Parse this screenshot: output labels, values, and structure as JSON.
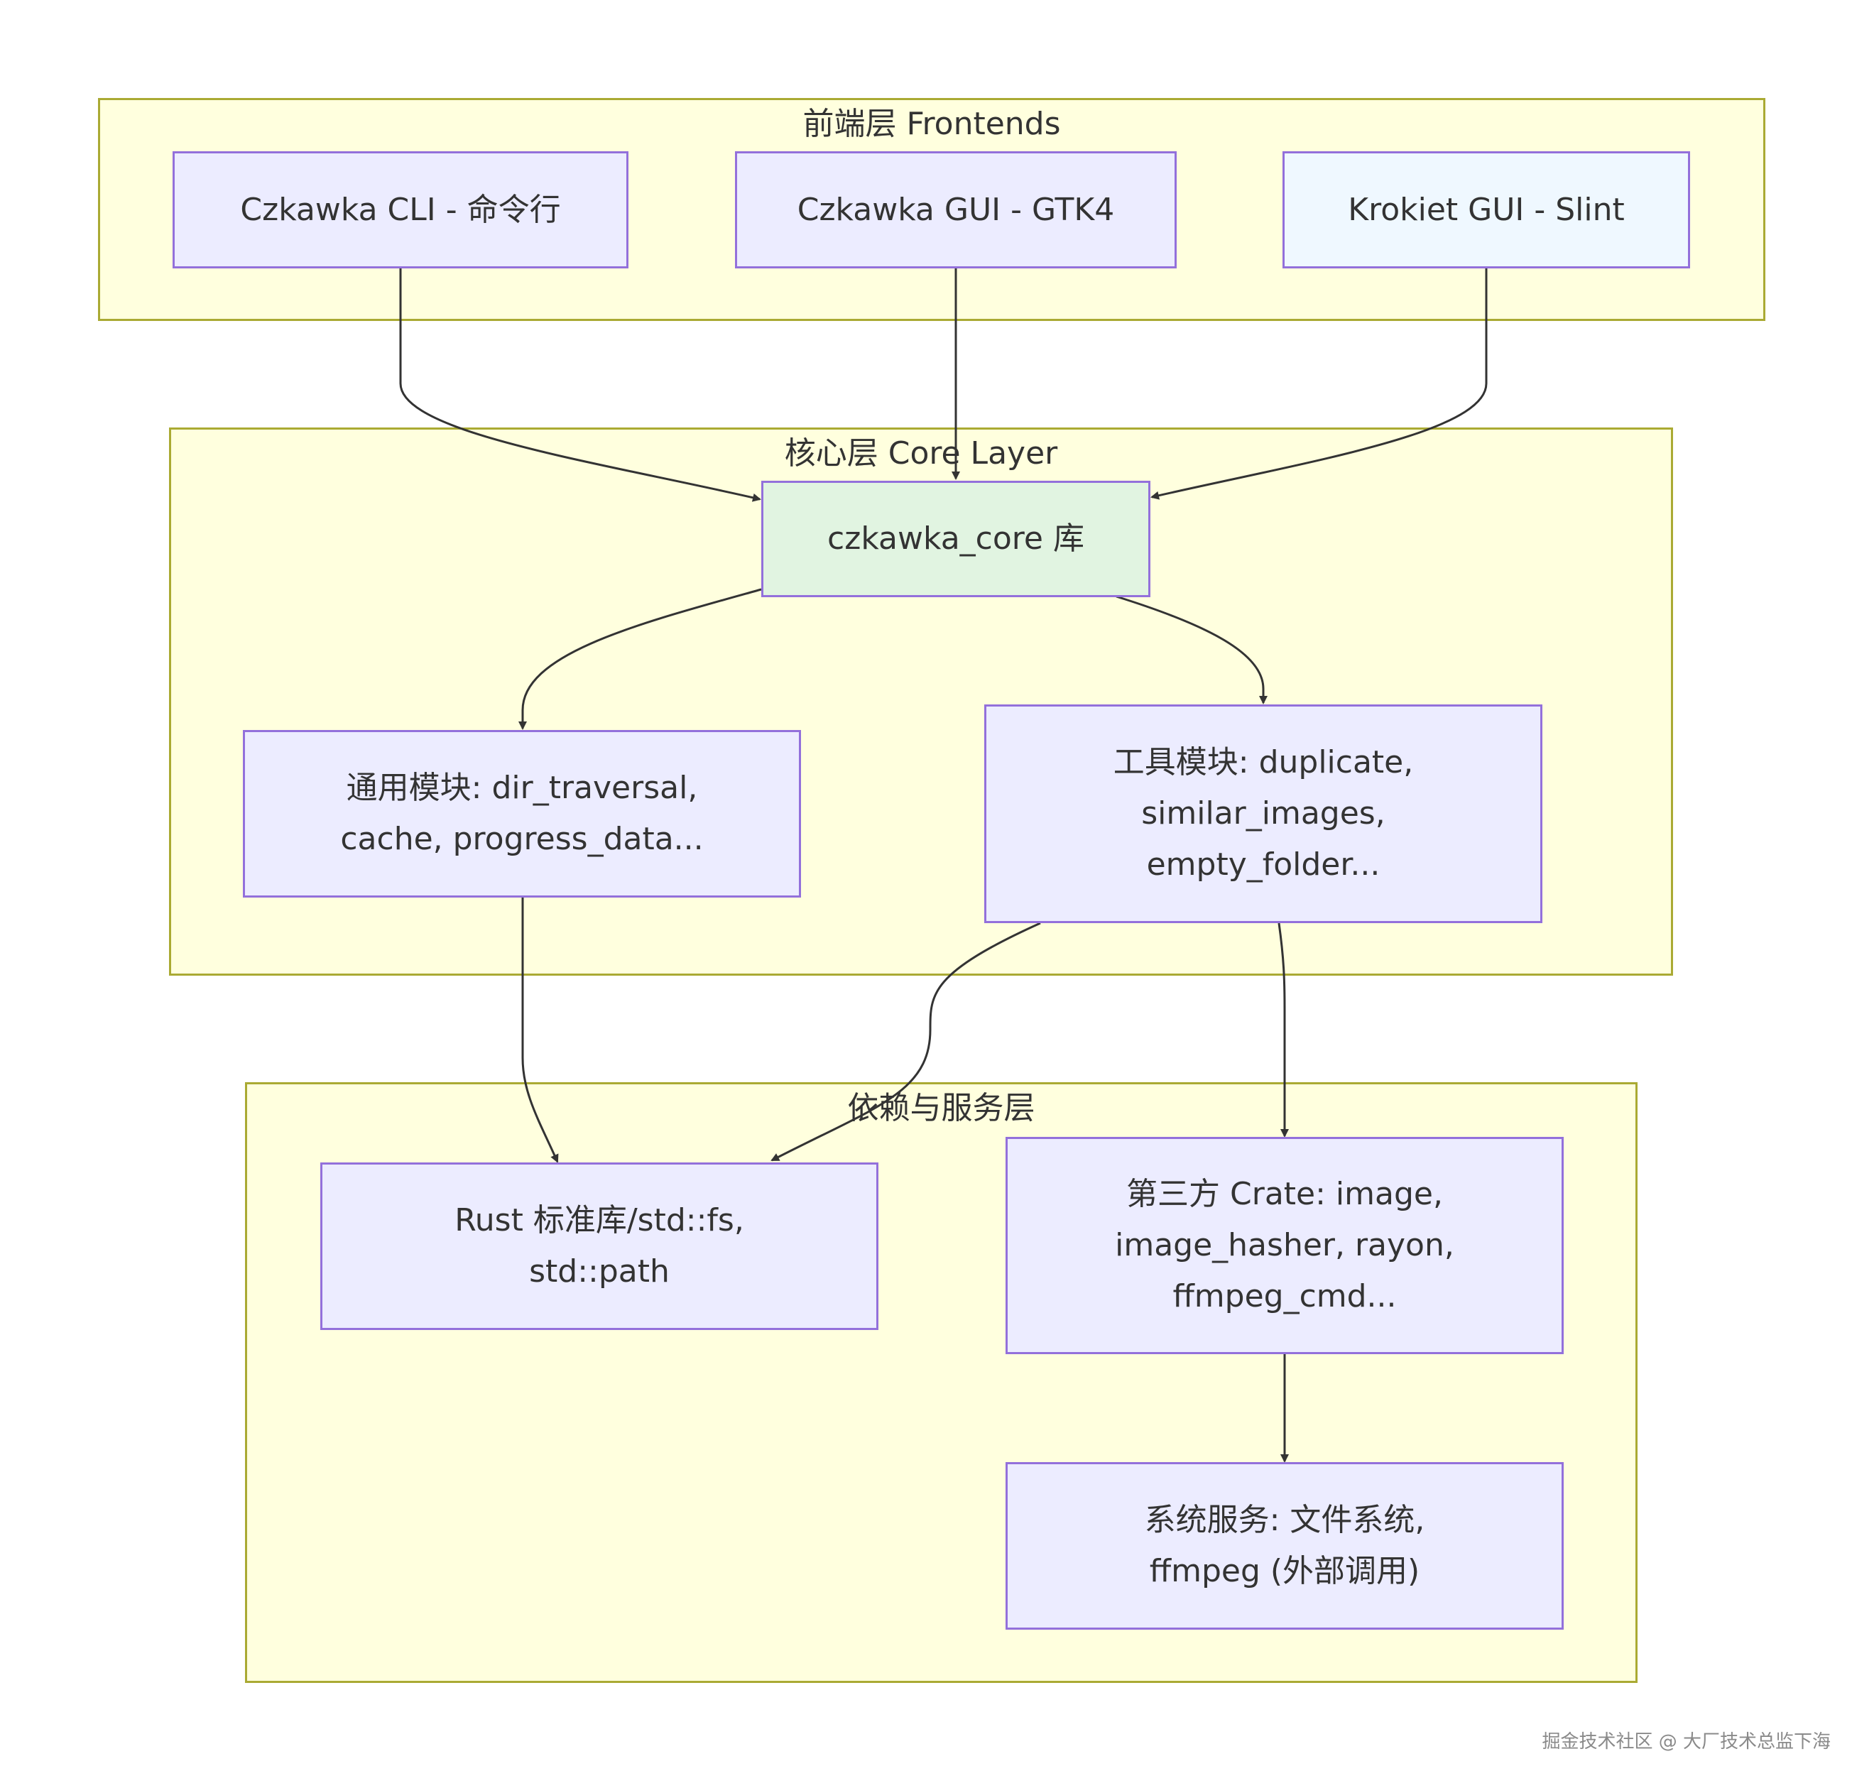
{
  "diagram": {
    "clusters": {
      "frontends": {
        "label": "前端层 Frontends"
      },
      "core_layer": {
        "label": "核心层 Core Layer"
      },
      "deps_layer": {
        "label": "依赖与服务层"
      }
    },
    "nodes": {
      "cli": {
        "lines": [
          "Czkawka CLI - 命令行"
        ]
      },
      "gtk": {
        "lines": [
          "Czkawka GUI - GTK4"
        ]
      },
      "krokiet": {
        "lines": [
          "Krokiet GUI - Slint"
        ]
      },
      "core": {
        "lines": [
          "czkawka_core 库"
        ]
      },
      "common": {
        "lines": [
          "通用模块: dir_traversal,",
          "cache, progress_data..."
        ]
      },
      "tools": {
        "lines": [
          "工具模块: duplicate,",
          "similar_images,",
          "empty_folder..."
        ]
      },
      "rust_std": {
        "lines": [
          "Rust 标准库/std::fs,",
          "std::path"
        ]
      },
      "third_party": {
        "lines": [
          "第三方 Crate: image,",
          "image_hasher, rayon,",
          "ffmpeg_cmd..."
        ]
      },
      "system": {
        "lines": [
          "系统服务: 文件系统,",
          "ffmpeg (外部调用)"
        ]
      }
    },
    "edges": [
      {
        "from": "cli",
        "to": "core"
      },
      {
        "from": "gtk",
        "to": "core"
      },
      {
        "from": "krokiet",
        "to": "core"
      },
      {
        "from": "core",
        "to": "common"
      },
      {
        "from": "core",
        "to": "tools"
      },
      {
        "from": "common",
        "to": "rust_std"
      },
      {
        "from": "tools",
        "to": "rust_std"
      },
      {
        "from": "tools",
        "to": "third_party"
      },
      {
        "from": "third_party",
        "to": "system"
      }
    ],
    "colors": {
      "cluster_fill": "#ffffde",
      "cluster_stroke": "#aaaa33",
      "node_fill": "#ececff",
      "node_stroke": "#9370db",
      "core_fill": "#e1f4e1",
      "krokiet_fill": "#eff8ff",
      "edge": "#333333"
    }
  },
  "watermark": "掘金技术社区 @ 大厂技术总监下海"
}
